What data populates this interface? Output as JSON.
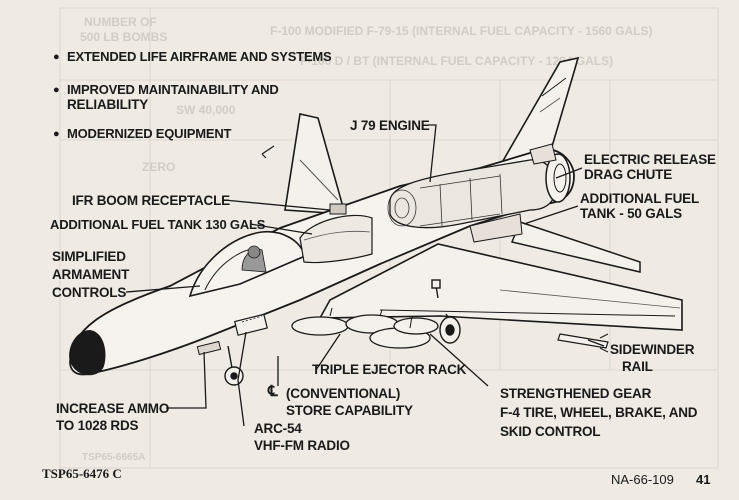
{
  "bullets": [
    "EXTENDED LIFE AIRFRAME AND SYSTEMS",
    "IMPROVED MAINTAINABILITY AND",
    "RELIABILITY",
    "MODERNIZED EQUIPMENT"
  ],
  "labels": {
    "engine": "J 79 ENGINE",
    "drag_chute_1": "ELECTRIC RELEASE",
    "drag_chute_2": "DRAG CHUTE",
    "add_fuel_aft_1": "ADDITIONAL FUEL",
    "add_fuel_aft_2": "TANK - 50 GALS",
    "ifr": "IFR BOOM RECEPTACLE",
    "add_fuel_fwd": "ADDITIONAL FUEL TANK 130 GALS",
    "armament_1": "SIMPLIFIED",
    "armament_2": "ARMAMENT",
    "armament_3": "CONTROLS",
    "ter": "TRIPLE EJECTOR RACK",
    "store_1": "(CONVENTIONAL)",
    "store_2": "STORE CAPABILITY",
    "gear_1": "STRENGTHENED GEAR",
    "gear_2": "F-4 TIRE, WHEEL, BRAKE, AND",
    "gear_3": "SKID CONTROL",
    "sidewinder_1": "SIDEWINDER",
    "sidewinder_2": "RAIL",
    "ammo_1": "INCREASE AMMO",
    "ammo_2": "TO 1028 RDS",
    "radio_1": "ARC-54",
    "radio_2": "VHF-FM RADIO"
  },
  "footer": {
    "left": "TSP65-6476 C",
    "right_code": "NA-66-109",
    "page": "41"
  },
  "bleed_through": {
    "legend_1": "F-100 MODIFIED F-79-15 (INTERNAL FUEL CAPACITY - 1560 GALS)",
    "legend_2": "F-100 D / BT (INTERNAL FUEL CAPACITY - 1294 GALS)",
    "row_1": "NUMBER OF",
    "row_2": "500 LB BOMBS",
    "val_1": "SW 40,000",
    "val_2": "ZERO",
    "code": "TSP65-6665A"
  }
}
